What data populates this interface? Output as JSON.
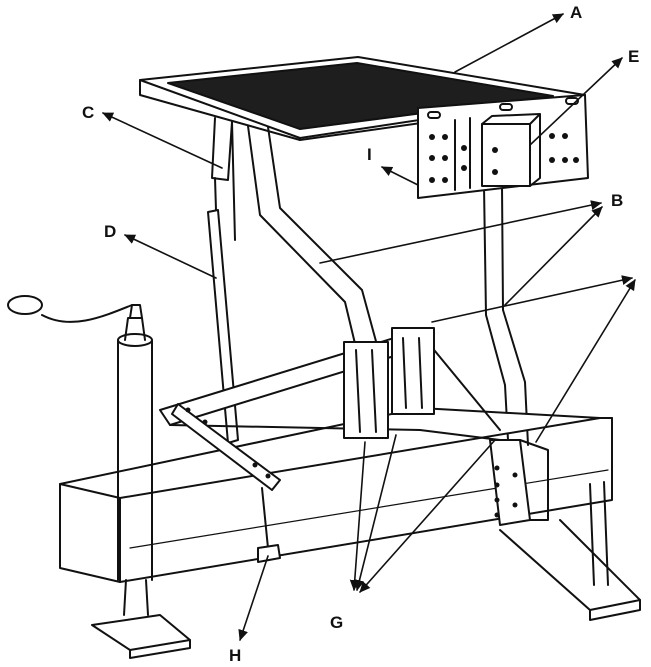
{
  "diagram": {
    "labels": {
      "a": "A",
      "b": "B",
      "c": "C",
      "d": "D",
      "e": "E",
      "g": "G",
      "h": "H",
      "i": "I"
    },
    "colors": {
      "ink": "#111111",
      "paper": "#ffffff",
      "tabletop": "#1e1e1e"
    }
  }
}
